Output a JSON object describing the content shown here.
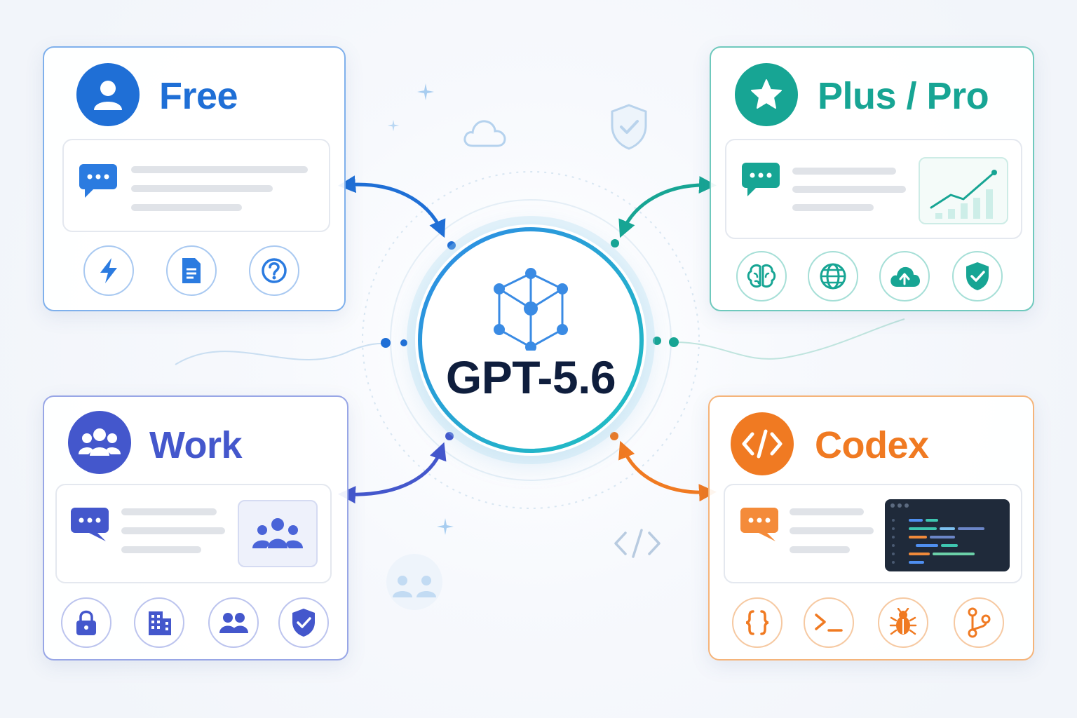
{
  "hub": {
    "title": "GPT-5.6",
    "icon": "network-cube-icon",
    "color": "#1ea0e0"
  },
  "plans": {
    "free": {
      "title": "Free",
      "icon": "user-icon",
      "color": "#1f6fd6",
      "features": [
        "lightning-icon",
        "document-icon",
        "help-icon"
      ]
    },
    "plus": {
      "title": "Plus / Pro",
      "icon": "star-icon",
      "color": "#17a594",
      "features": [
        "brain-icon",
        "globe-icon",
        "cloud-upload-icon",
        "shield-check-icon"
      ]
    },
    "work": {
      "title": "Work",
      "icon": "team-icon",
      "color": "#4457cc",
      "features": [
        "lock-icon",
        "building-icon",
        "users-icon",
        "shield-check-icon"
      ]
    },
    "codex": {
      "title": "Codex",
      "icon": "code-icon",
      "color": "#f07a22",
      "features": [
        "braces-icon",
        "terminal-icon",
        "bug-icon",
        "git-branch-icon"
      ]
    }
  },
  "decorations": [
    "sparkle-icon",
    "cloud-icon",
    "shield-check-icon",
    "code-brackets-icon",
    "team-icon"
  ]
}
